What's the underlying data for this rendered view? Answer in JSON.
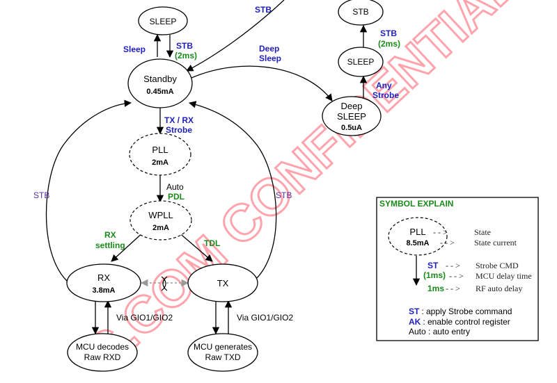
{
  "states": {
    "sleep": {
      "name": "SLEEP"
    },
    "standby": {
      "name": "Standby",
      "current": "0.45mA"
    },
    "pll": {
      "name": "PLL",
      "current": "2mA"
    },
    "wpll": {
      "name": "WPLL",
      "current": "2mA"
    },
    "rx": {
      "name": "RX",
      "current": "3.8mA"
    },
    "tx": {
      "name": "TX"
    },
    "mcu_rx": {
      "line1": "MCU decodes",
      "line2": "Raw RXD"
    },
    "mcu_tx": {
      "line1": "MCU generates",
      "line2": "Raw TXD"
    },
    "stb_top": {
      "name": "STB"
    },
    "sleep_right": {
      "name": "SLEEP"
    },
    "deep_sleep": {
      "line1": "Deep",
      "line2": "SLEEP",
      "current": "0.5uA"
    }
  },
  "labels": {
    "sleep_arrow": "Sleep",
    "stb_arrow": "STB",
    "stb_2ms": "(2ms)",
    "stb_incoming": "STB",
    "deep_sleep_l1": "Deep",
    "deep_sleep_l2": "Sleep",
    "txrx_l1": "TX / RX",
    "txrx_l2": "Strobe",
    "auto": "Auto",
    "pdl": "PDL",
    "rx_settling_l1": "RX",
    "rx_settling_l2": "settling",
    "tdl": "TDL",
    "stb_left": "STB",
    "stb_right": "STB",
    "gio_rx": "Via GIO1/GIO2",
    "gio_tx": "Via GIO1/GIO2",
    "any_l1": "Any",
    "any_l2": "Strobe",
    "stb_right_arrow": "STB",
    "stb_right_2ms": "(2ms)"
  },
  "legend": {
    "title": "SYMBOL EXPLAIN",
    "pll_name": "PLL",
    "pll_current": "8.5mA",
    "state": "State",
    "state_current": "State current",
    "st": "ST",
    "ms1": "(1ms)",
    "ms1b": "1ms",
    "strobe_cmd": "Strobe CMD",
    "mcu_delay": "MCU delay time",
    "rf_auto": "RF auto delay",
    "arrow_text": "- - >",
    "st_desc_key": "ST",
    "st_desc": ": apply Strobe command",
    "ak_key": "AK",
    "ak_desc": ": enable control register",
    "auto_desc": "Auto : auto entry"
  },
  "watermark": "C.COM CONFIDENTIAL",
  "colors": {
    "blue": "#1f1fbf",
    "green": "#1a8a1a",
    "purple": "#5a2ca0",
    "watermark": "#ff5a6a"
  }
}
